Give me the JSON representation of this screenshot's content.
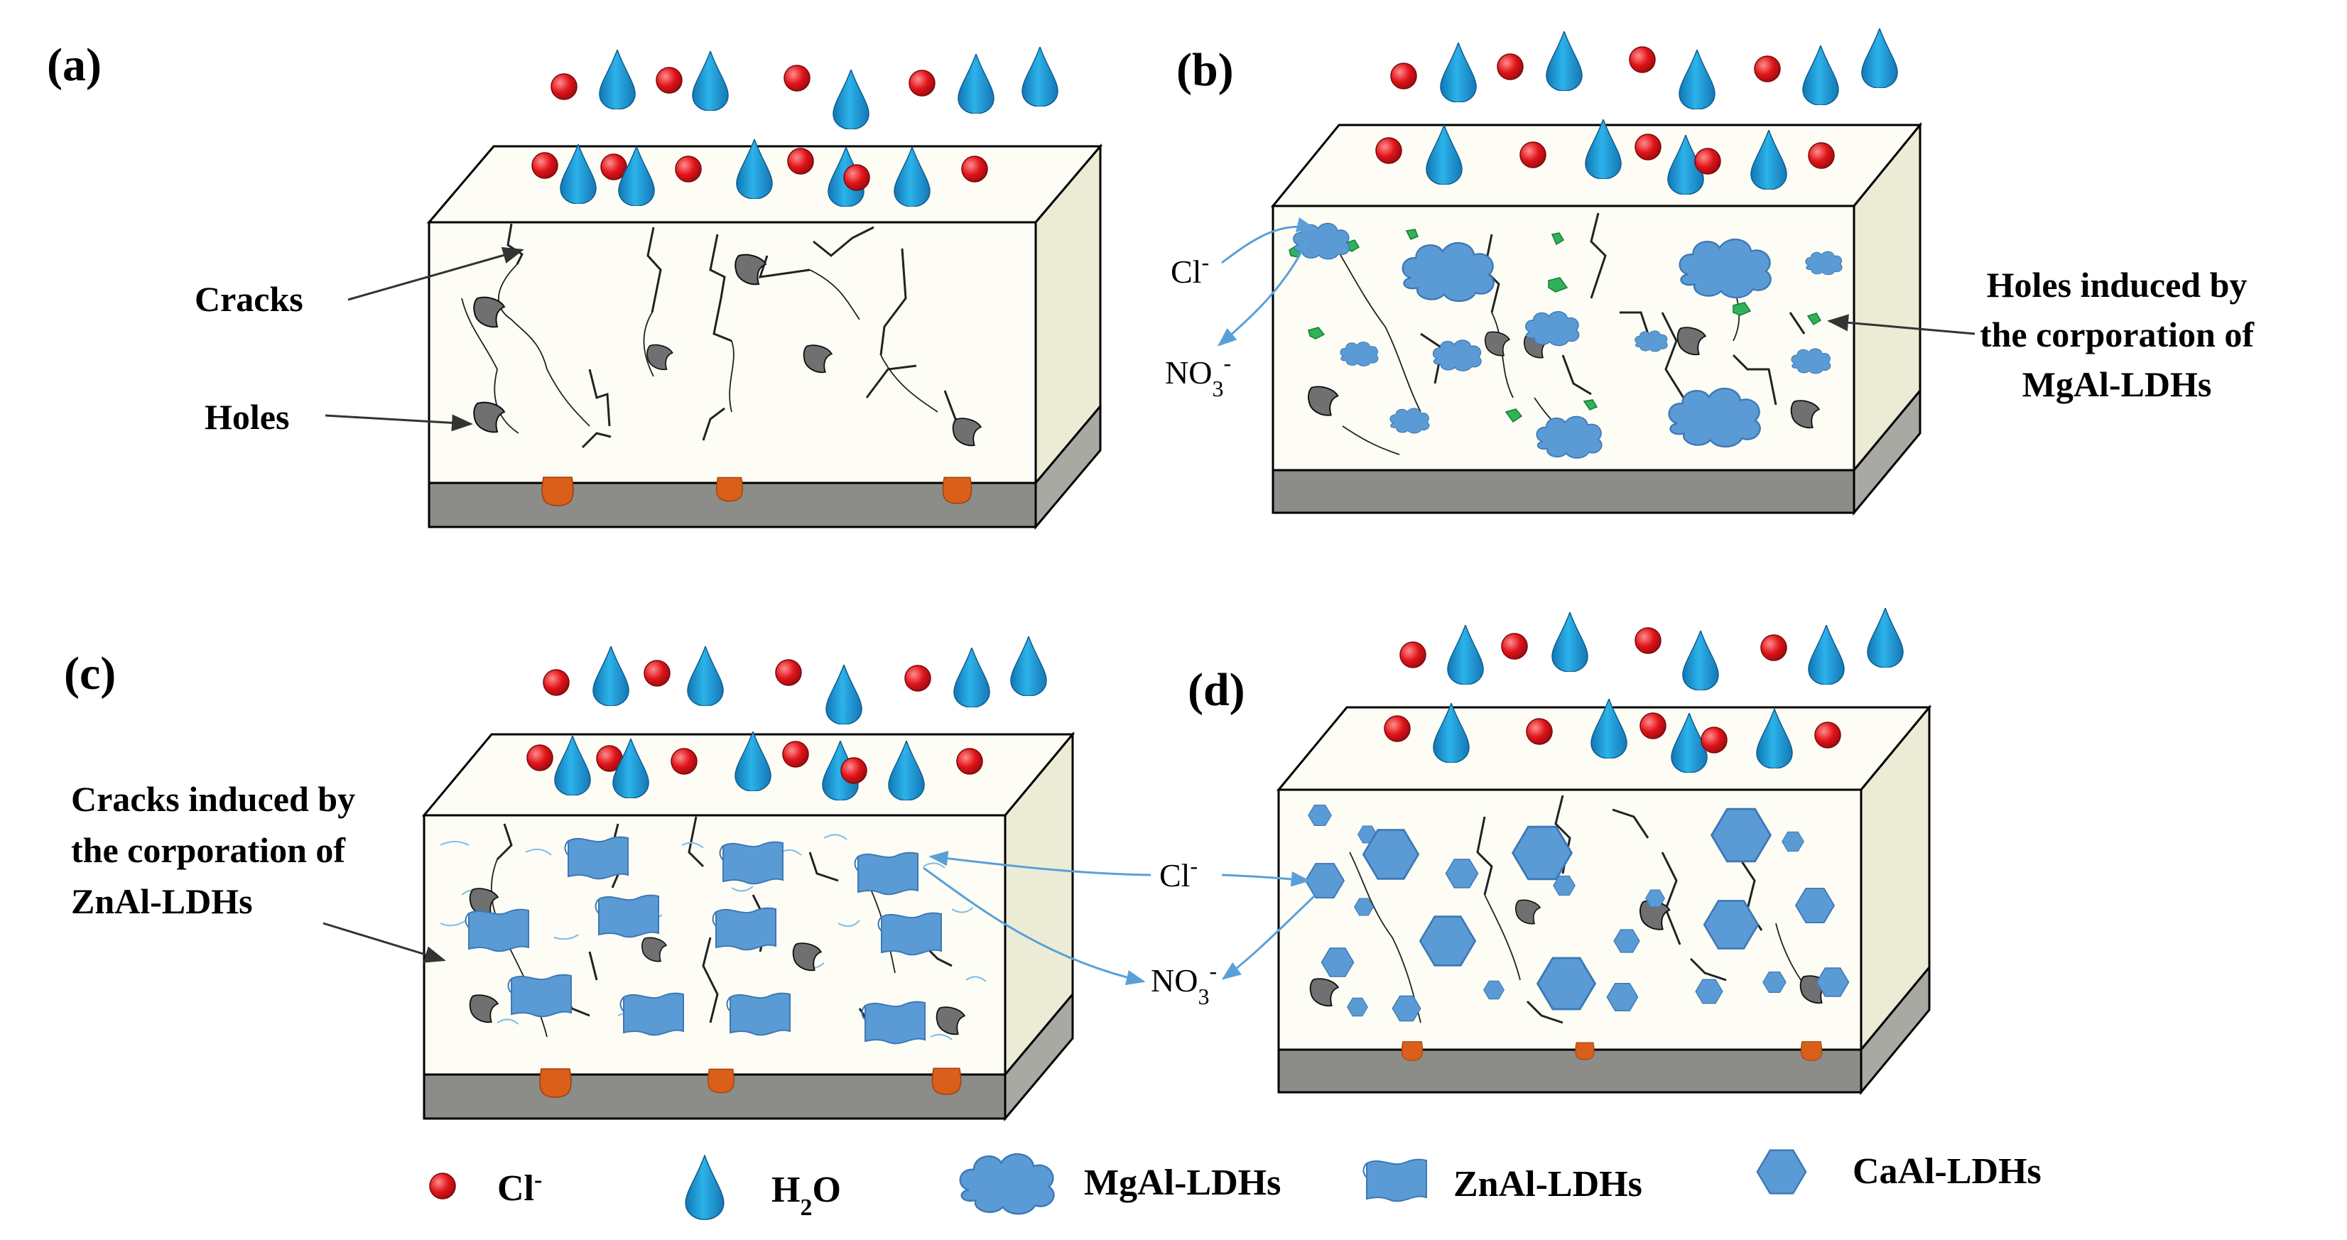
{
  "panels": {
    "a": {
      "label": "(a)",
      "annotations": {
        "cracks": "Cracks",
        "holes": "Holes"
      }
    },
    "b": {
      "label": "(b)",
      "ion_in": "Cl",
      "ion_out": "NO",
      "annotation": [
        "Holes induced by",
        "the corporation of",
        "MgAl-LDHs"
      ]
    },
    "c": {
      "label": "(c)",
      "annotation": [
        "Cracks induced by",
        "the corporation of",
        "ZnAl-LDHs"
      ]
    },
    "d": {
      "label": "(d)"
    },
    "cd_ions": {
      "ion_in": "Cl",
      "ion_out": "NO"
    }
  },
  "legend": {
    "cl_label": "Cl",
    "h2o_label": "H",
    "mgal_label": "MgAl-LDHs",
    "znal_label": "ZnAl-LDHs",
    "caal_label": "CaAl-LDHs"
  },
  "colors": {
    "chloride": "#e0141a",
    "water": "#1e9fd8",
    "ldh": "#5b9bd5",
    "ldh_stroke": "#3d78b5",
    "hole": "#707070",
    "rust": "#d95f1a",
    "substrate": "#8c8c88",
    "coating": "#fdfdf5",
    "side": "#ececd6",
    "green": "#2fb35a",
    "arrow_blue": "#5aa0d8"
  }
}
